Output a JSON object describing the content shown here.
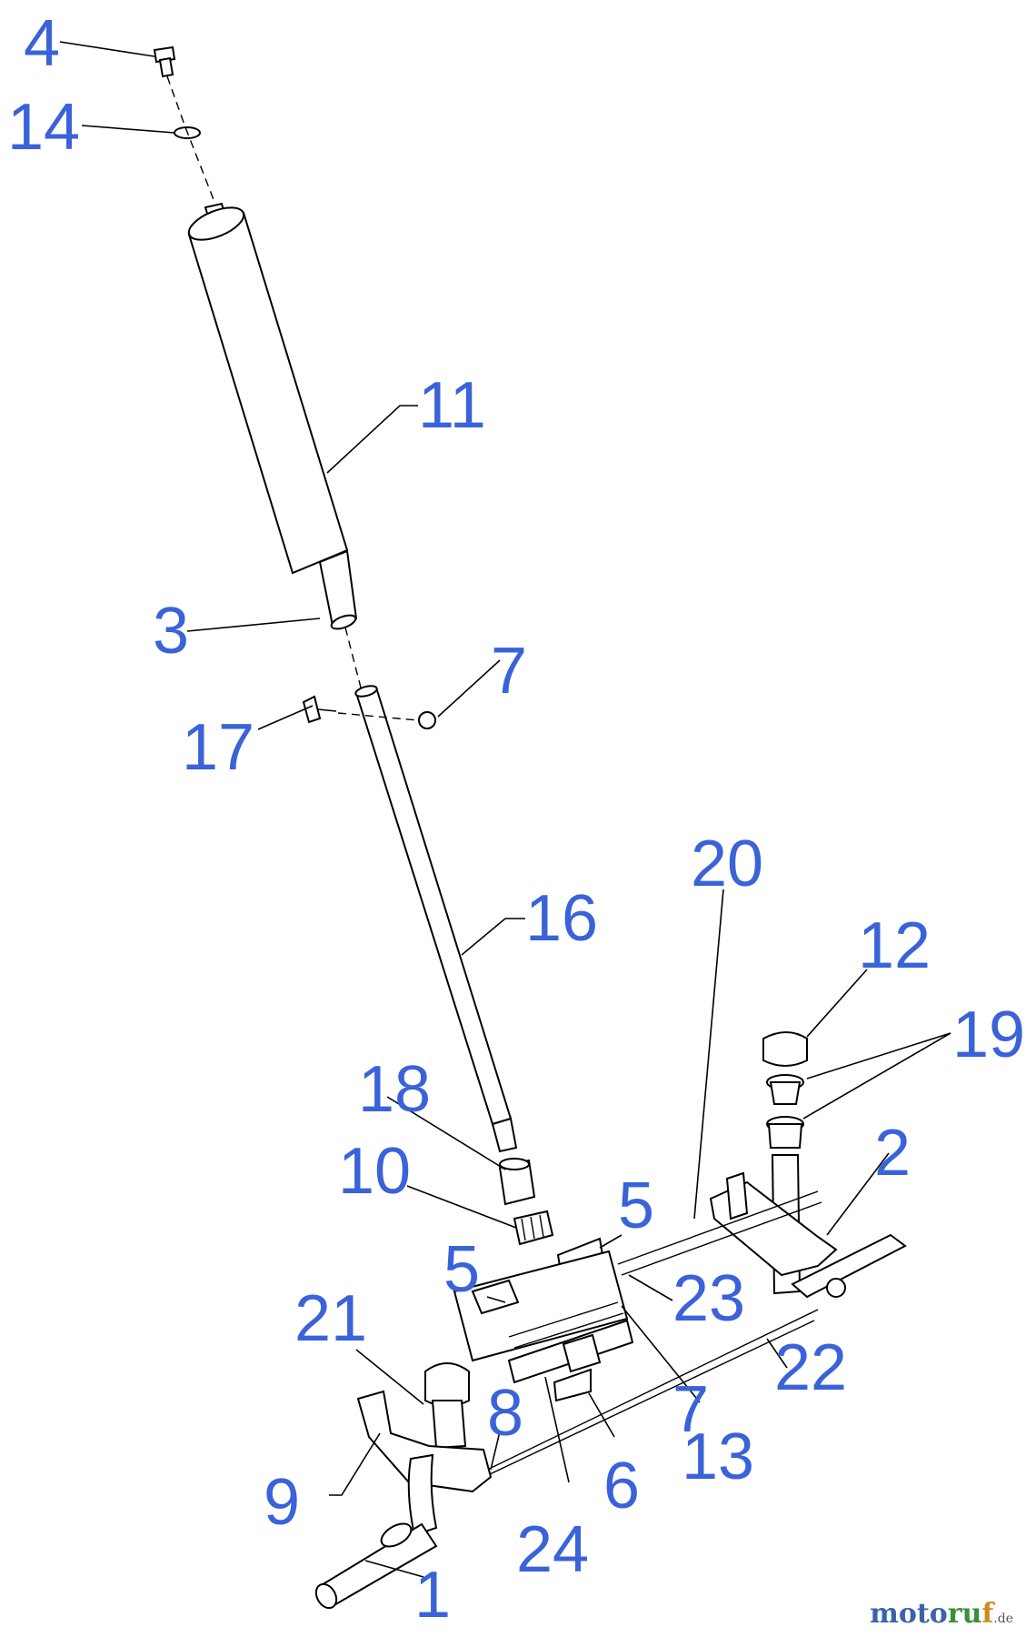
{
  "labels": {
    "p4": "4",
    "p14": "14",
    "p11": "11",
    "p3": "3",
    "p7a": "7",
    "p17": "17",
    "p16": "16",
    "p20": "20",
    "p12": "12",
    "p19": "19",
    "p18": "18",
    "p10": "10",
    "p2": "2",
    "p5a": "5",
    "p5b": "5",
    "p23": "23",
    "p21": "21",
    "p22": "22",
    "p8": "8",
    "p7b": "7",
    "p9": "9",
    "p13": "13",
    "p6": "6",
    "p24": "24",
    "p1": "1"
  },
  "watermark": {
    "brand_a": "moto",
    "brand_b": "ru",
    "brand_c": "f",
    "tld": ".de"
  },
  "colors": {
    "label": "#3a63d9",
    "line": "#000000"
  }
}
